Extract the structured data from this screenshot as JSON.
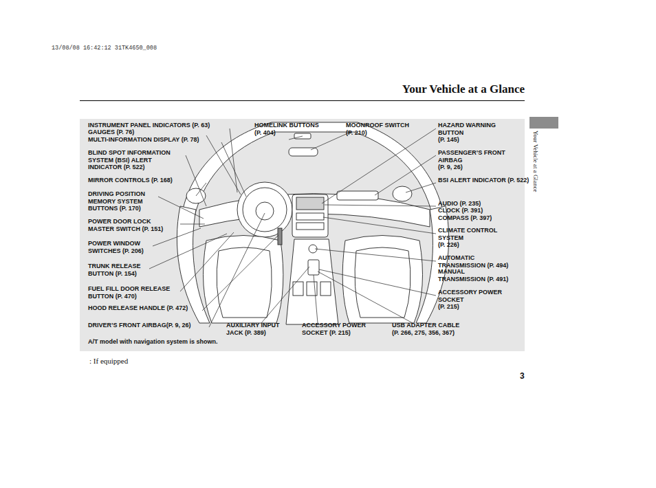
{
  "diagram": {
    "title": "Your Vehicle at a Glance",
    "labels": [
      "13/08/08 16:42:12 31TK4650_008",
      "Your Vehicle at a Glance",
      "INSTRUMENT PANEL INDICATORS (P. 63)",
      "GAUGES (P. 76)",
      "MULTI-INFORMATION DISPLAY (P. 78)",
      "HOMELINK BUTTONS (P. 404)",
      "MOONROOF SWITCH (P. 210)",
      "HAZARD WARNING BUTTON (P. 145)",
      "BLIND SPOT INFORMATION SYSTEM (BSI) ALERT INDICATOR (P. 522)",
      "PASSENGER’S FRONT AIRBAG (P. 9, 26)",
      "MIRROR CONTROLS (P. 168)",
      "BSI ALERT INDICATOR (P. 522)",
      "DRIVING POSITION MEMORY SYSTEM BUTTONS (P. 170)",
      "AUDIO (P. 235)",
      "CLOCK (P. 391)",
      "COMPASS (P. 397)",
      "POWER DOOR LOCK MASTER SWITCH (P. 151)",
      "CLIMATE CONTROL SYSTEM (P. 226)",
      "POWER WINDOW SWITCHES (P. 206)",
      "AUTOMATIC TRANSMISSION (P. 494)",
      "TRUNK RELEASE BUTTON (P. 154)",
      "MANUAL TRANSMISSION (P. 491)",
      "FUEL FILL DOOR RELEASE BUTTON (P. 470)",
      "ACCESSORY POWER SOCKET (P. 215)",
      "HOOD RELEASE HANDLE (P. 472)",
      "DRIVER’S FRONT AIRBAG(P. 9, 26)",
      "AUXILIARY INPUT JACK (P. 389)",
      "ACCESSORY POWER SOCKET (P. 215)",
      "USB ADAPTER CABLE (P. 266, 275, 356, 367)",
      "A/T model with navigation system is shown.",
      ": If equipped",
      "3"
    ]
  }
}
